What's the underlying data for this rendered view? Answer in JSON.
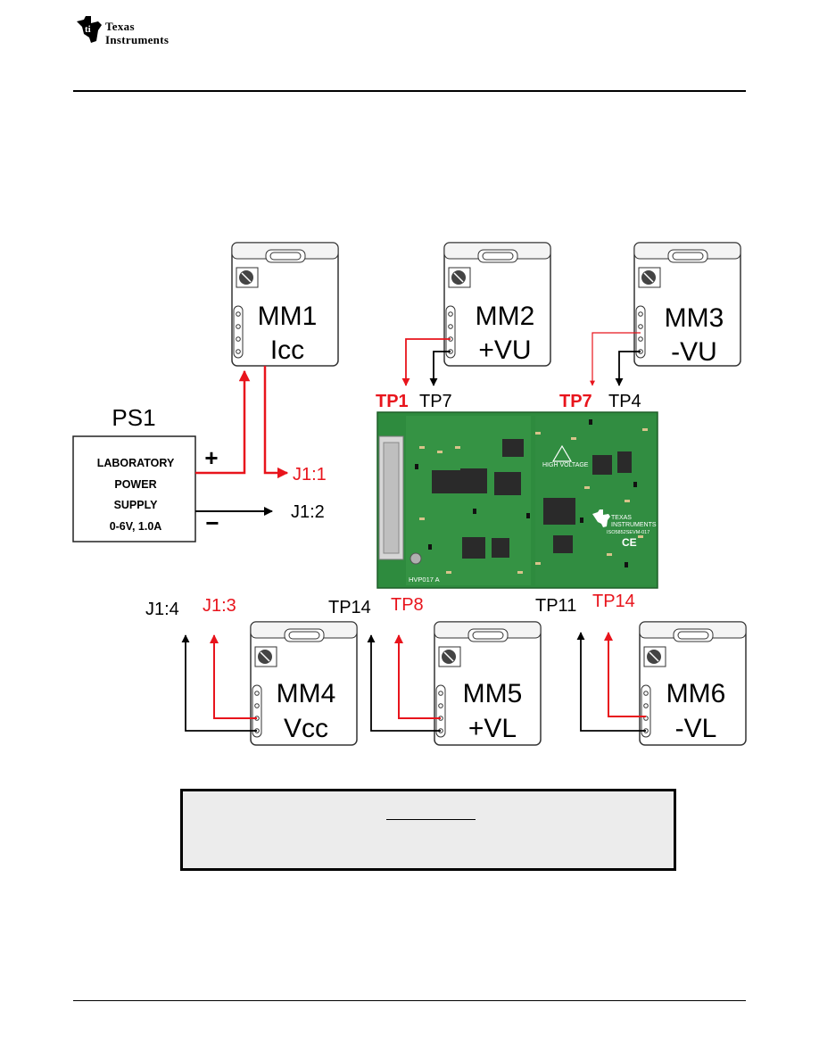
{
  "header": {
    "logo": {
      "line1": "Texas",
      "line2": "Instruments"
    }
  },
  "colors": {
    "red": "#e8141c",
    "black": "#000000",
    "meter_body": "#ffffff",
    "pcb_green": "#2e8b3e"
  },
  "diagram": {
    "meters": [
      {
        "id": "MM1",
        "name": "MM1",
        "sub": "Icc"
      },
      {
        "id": "MM2",
        "name": "MM2",
        "sub": "+VU"
      },
      {
        "id": "MM3",
        "name": "MM3",
        "sub": "-VU"
      },
      {
        "id": "MM4",
        "name": "MM4",
        "sub": "Vcc"
      },
      {
        "id": "MM5",
        "name": "MM5",
        "sub": "+VL"
      },
      {
        "id": "MM6",
        "name": "MM6",
        "sub": "-VL"
      }
    ],
    "power_supply": {
      "title": "PS1",
      "lines": [
        "LABORATORY",
        "POWER",
        "SUPPLY",
        "0-6V, 1.0A"
      ],
      "plus": "+",
      "minus": "−"
    },
    "labels": {
      "j1_1": "J1:1",
      "j1_2": "J1:2",
      "tp1": "TP1",
      "tp7_top": "TP7",
      "tp7_red": "TP7",
      "tp4": "TP4",
      "j1_4": "J1:4",
      "j1_3": "J1:3",
      "tp14_black": "TP14",
      "tp8": "TP8",
      "tp11": "TP11",
      "tp14_red": "TP14"
    },
    "board": {
      "high_voltage": "HIGH VOLTAGE",
      "brand1": "TEXAS",
      "brand2": "INSTRUMENTS",
      "part": "ISO5852SEVM-017",
      "code": "HVP017 A",
      "ce": "CE"
    }
  }
}
